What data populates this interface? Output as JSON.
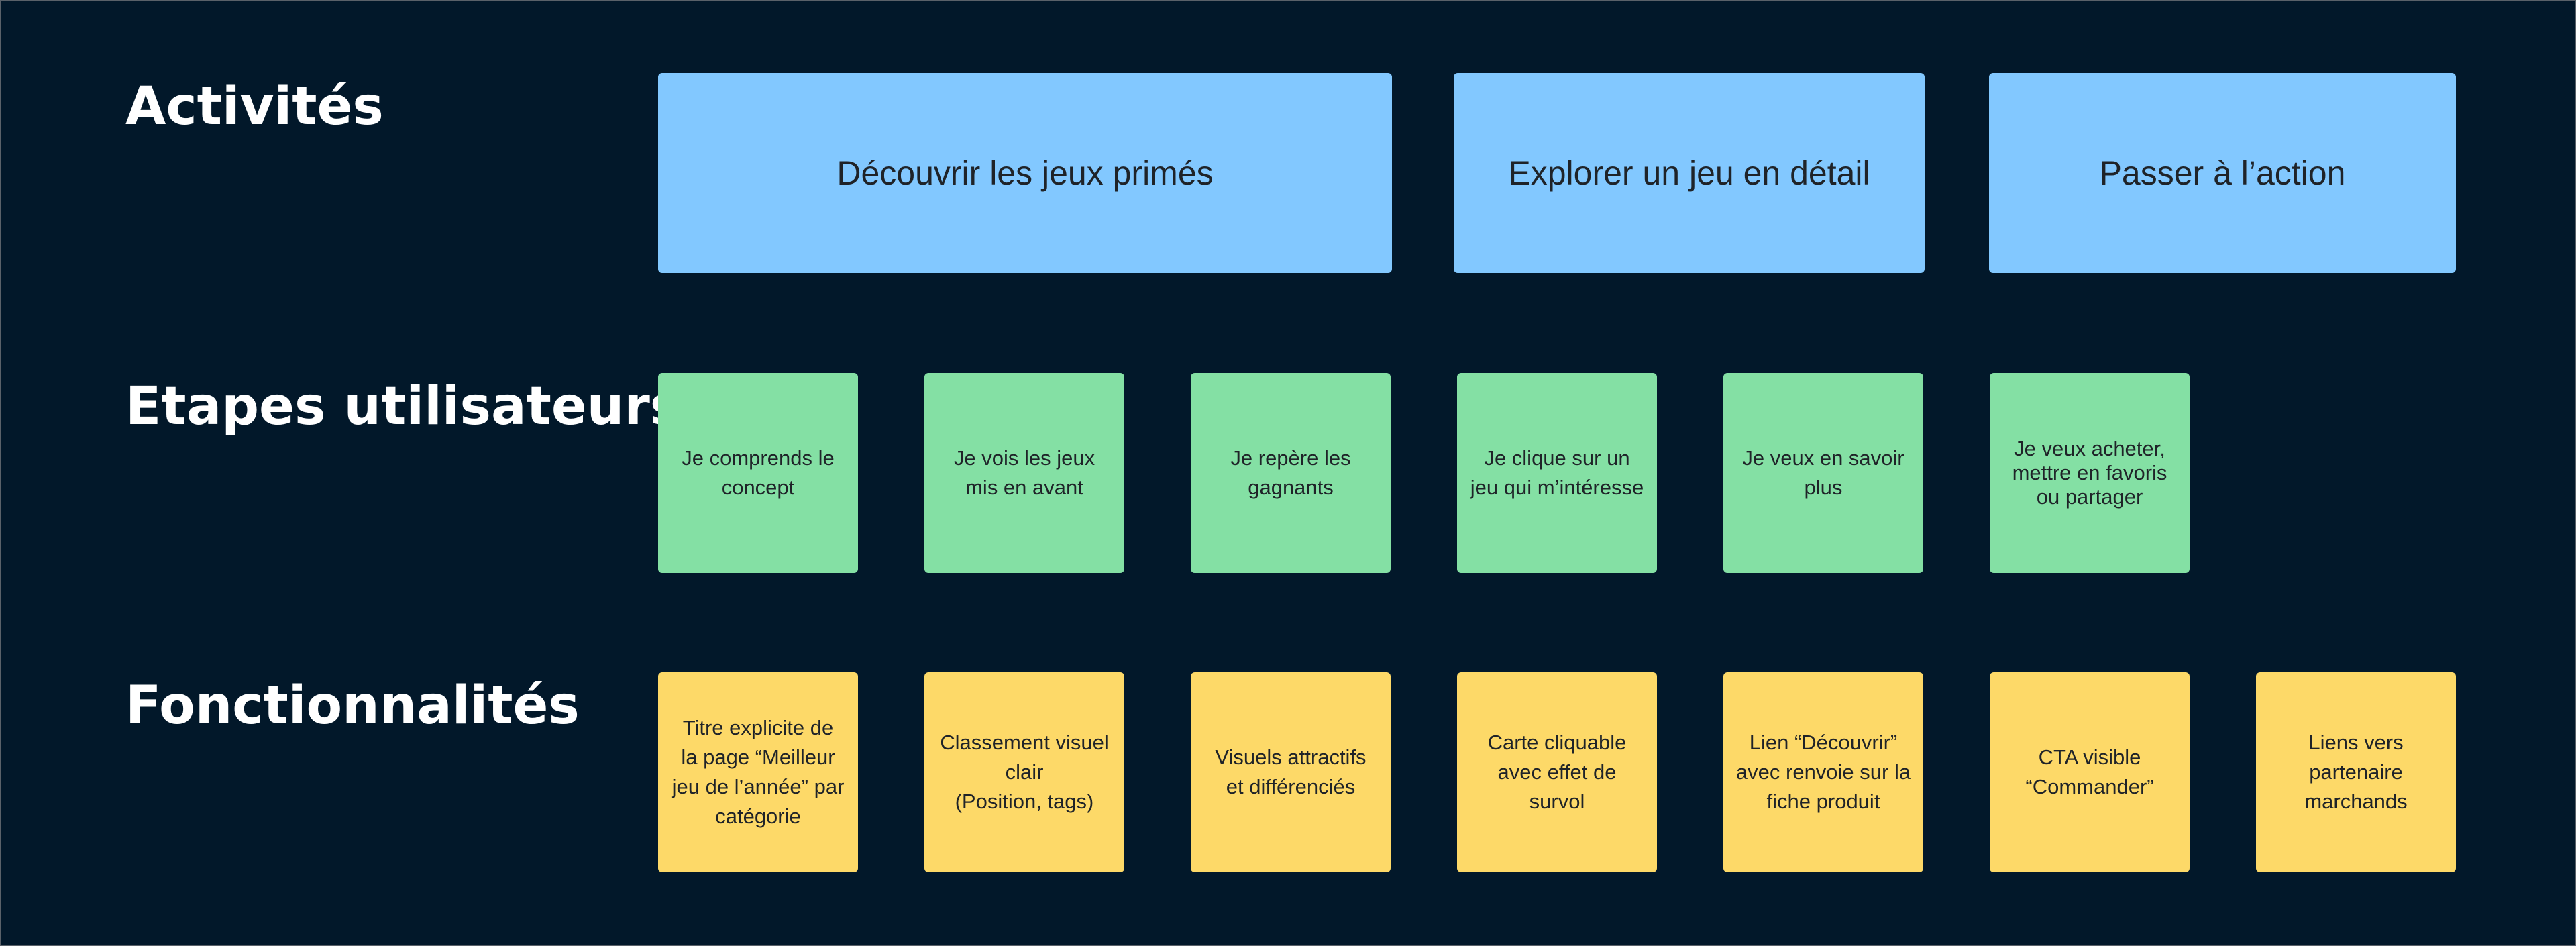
{
  "rows": {
    "activities_label": "Activités",
    "steps_label": "Etapes utilisateurs",
    "features_label": "Fonctionnalités"
  },
  "activities": [
    "Découvrir les jeux primés",
    "Explorer un jeu en détail",
    "Passer à l’action"
  ],
  "steps": [
    "Je comprends le\nconcept",
    "Je vois les jeux\nmis en avant",
    "Je repère les\ngagnants",
    "Je clique sur un\njeu qui m’intéresse",
    "Je veux en savoir\nplus",
    "Je veux acheter,\nmettre en favoris\nou partager"
  ],
  "features": [
    "Titre explicite de\nla page “Meilleur\njeu de l’année” par\ncatégorie",
    "Classement visuel\nclair\n(Position, tags)",
    "Visuels attractifs\net différenciés",
    "Carte cliquable\navec effet de\nsurvol",
    "Lien “Découvrir”\navec renvoie sur la\nfiche produit",
    "CTA visible\n“Commander”",
    "Liens vers\npartenaire\nmarchands"
  ],
  "colors": {
    "background": "#02182a",
    "activity": "#82c8ff",
    "step": "#84e0a4",
    "feature": "#fdd968",
    "label": "#ffffff"
  }
}
